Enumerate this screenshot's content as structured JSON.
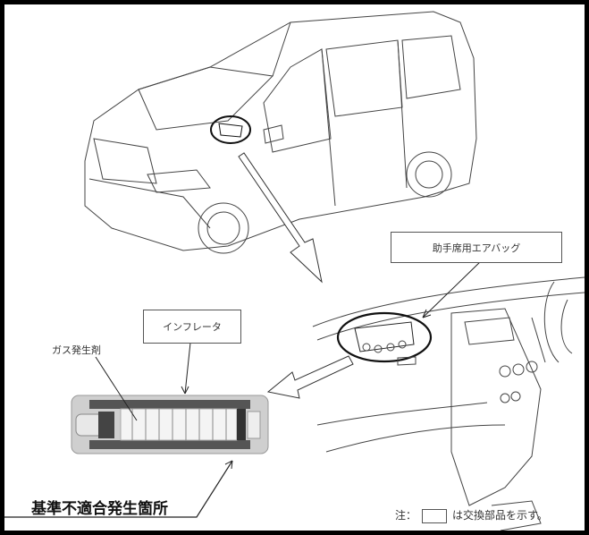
{
  "labels": {
    "passenger_airbag": "助手席用エアバッグ",
    "inflator": "インフレータ",
    "gas_generant": "ガス発生剤",
    "nonconformity_location": "基準不適合発生箇所"
  },
  "note": {
    "prefix": "注：",
    "suffix": "は交換部品を示す。"
  }
}
